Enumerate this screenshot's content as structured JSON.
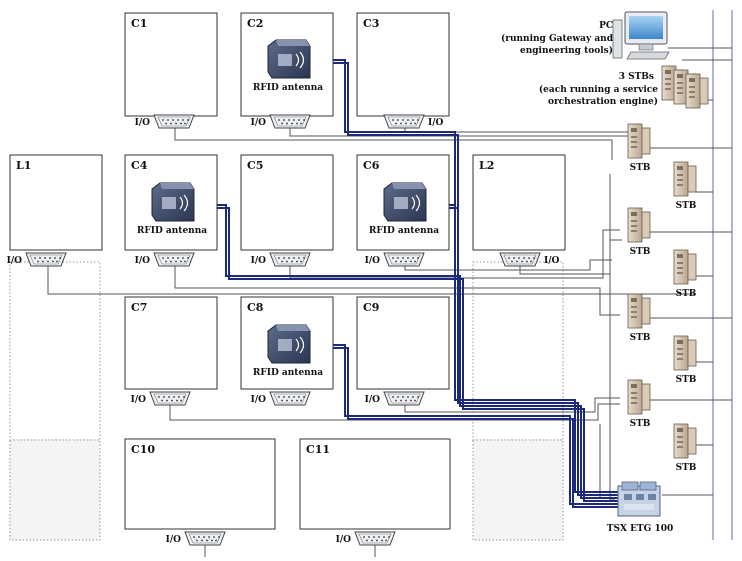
{
  "cells": [
    {
      "id": "C1",
      "label": "C1"
    },
    {
      "id": "C2",
      "label": "C2"
    },
    {
      "id": "C3",
      "label": "C3"
    },
    {
      "id": "L1",
      "label": "L1"
    },
    {
      "id": "C4",
      "label": "C4"
    },
    {
      "id": "C5",
      "label": "C5"
    },
    {
      "id": "C6",
      "label": "C6"
    },
    {
      "id": "L2",
      "label": "L2"
    },
    {
      "id": "C7",
      "label": "C7"
    },
    {
      "id": "C8",
      "label": "C8"
    },
    {
      "id": "C9",
      "label": "C9"
    },
    {
      "id": "C10",
      "label": "C10"
    },
    {
      "id": "C11",
      "label": "C11"
    }
  ],
  "io_label": "I/O",
  "rfid_label": "RFID antenna",
  "stb_label": "STB",
  "pc": {
    "title": "PC",
    "line1": "(running Gateway and",
    "line2": "engineering tools)"
  },
  "stbs_note": {
    "title": "3 STBs",
    "line1": "(each running a service",
    "line2": "orchestration engine)"
  },
  "hub_label": "TSX ETG 100",
  "colors": {
    "blue_cable": "#1b2a7a",
    "gray_line": "#555555",
    "hub_blue": "#8aa5d6"
  }
}
